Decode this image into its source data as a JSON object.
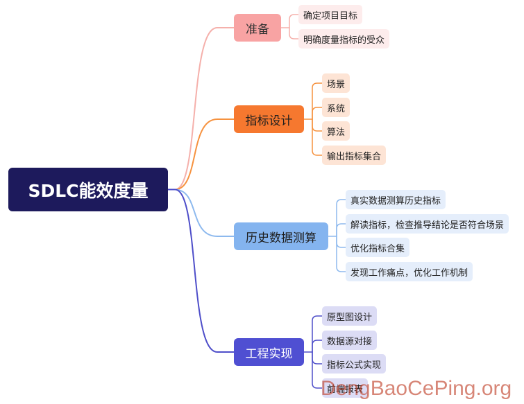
{
  "root": {
    "label": "SDLC能效度量"
  },
  "branches": [
    {
      "label": "准备",
      "color": "#f8a3a3",
      "text_color": "#333333",
      "leaf_bg": "#fdecec",
      "line_color": "#f5b0ab",
      "leaves": [
        "确定项目目标",
        "明确度量指标的受众"
      ]
    },
    {
      "label": "指标设计",
      "color": "#f6782f",
      "text_color": "#1f1f1f",
      "leaf_bg": "#fde4d5",
      "line_color": "#f6923f",
      "leaves": [
        "场景",
        "系统",
        "算法",
        "输出指标集合"
      ]
    },
    {
      "label": "历史数据测算",
      "color": "#84b4ef",
      "text_color": "#1f1f1f",
      "leaf_bg": "#e5eefb",
      "line_color": "#8db9ee",
      "leaves": [
        "真实数据测算历史指标",
        "解读指标，检查推导结论是否符合场景",
        "优化指标合集",
        "发现工作痛点，优化工作机制"
      ]
    },
    {
      "label": "工程实现",
      "color": "#4f4fd2",
      "text_color": "#ffffff",
      "leaf_bg": "#dcdcf5",
      "line_color": "#4e4ec9",
      "leaves": [
        "原型图设计",
        "数据源对接",
        "指标公式实现",
        "前端报表"
      ]
    }
  ],
  "watermark": "DengBaoCePing.org"
}
